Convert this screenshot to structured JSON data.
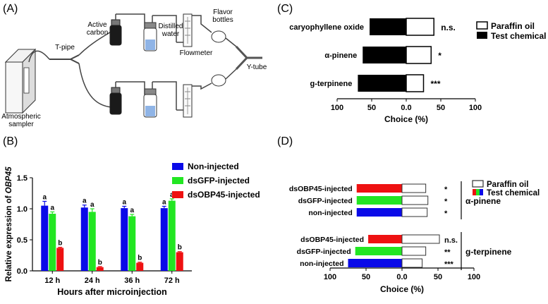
{
  "panels": {
    "a": {
      "label": "(A)",
      "labels": {
        "atmospheric_sampler": "Atmospheric sampler",
        "t_pipe": "T-pipe",
        "active_carbon": "Active carbon",
        "distilled_water": "Distilled water",
        "flowmeter": "Flowmeter",
        "flavor_bottles": "Flavor bottles",
        "y_tube": "Y-tube"
      }
    },
    "b": {
      "label": "(B)"
    },
    "c": {
      "label": "(C)"
    },
    "d": {
      "label": "(D)"
    }
  },
  "chart_data": [
    {
      "id": "B",
      "type": "bar",
      "categories": [
        "12 h",
        "24 h",
        "36 h",
        "72 h"
      ],
      "series": [
        {
          "name": "Non-injected",
          "color": "#0a0ae8",
          "values": [
            1.05,
            1.02,
            1.01,
            1.01
          ],
          "error": [
            0.07,
            0.04,
            0.03,
            0.03
          ],
          "letters": [
            "a",
            "a",
            "a",
            "a"
          ]
        },
        {
          "name": "dsGFP-injected",
          "color": "#22e622",
          "values": [
            0.92,
            0.95,
            0.88,
            1.13
          ],
          "error": [
            0.03,
            0.05,
            0.03,
            0.03
          ],
          "letters": [
            "a",
            "a",
            "a",
            "a"
          ]
        },
        {
          "name": "dsOBP45-injected",
          "color": "#ee1111",
          "values": [
            0.37,
            0.06,
            0.13,
            0.3
          ],
          "error": [
            0.01,
            0.01,
            0.01,
            0.01
          ],
          "letters": [
            "b",
            "b",
            "b",
            "b"
          ]
        }
      ],
      "xlabel": "Hours after microinjection",
      "ylabel_prefix": "Relative expression of ",
      "ylabel_gene": "OBP45",
      "ylim": [
        0,
        1.5
      ],
      "yticks": [
        "0.0",
        "0.5",
        "1.0",
        "1.5"
      ],
      "legend_position": "top-right"
    },
    {
      "id": "C",
      "type": "bar",
      "orientation": "horizontal",
      "categories": [
        "caryophyllene oxide",
        "α-pinene",
        "g-terpinene"
      ],
      "test_chemical": [
        53,
        63,
        70
      ],
      "paraffin_oil": [
        40,
        36,
        25
      ],
      "significance": [
        "n.s.",
        "*",
        "***"
      ],
      "legend": [
        "Paraffin oil",
        "Test chemical"
      ],
      "xlabel": "Choice (%)",
      "xticks": [
        "100",
        "50",
        "0.0",
        "50",
        "100"
      ],
      "xlim": [
        -100,
        100
      ]
    },
    {
      "id": "D",
      "type": "bar",
      "orientation": "horizontal",
      "groups": [
        {
          "name": "α-pinene",
          "rows": [
            {
              "label": "dsOBP45-injected",
              "color": "#ee1111",
              "test_chemical": 63,
              "paraffin_oil": 33,
              "significance": "*"
            },
            {
              "label": "dsGFP-injected",
              "color": "#22e622",
              "test_chemical": 63,
              "paraffin_oil": 36,
              "significance": "*"
            },
            {
              "label": "non-injected",
              "color": "#0a0ae8",
              "test_chemical": 63,
              "paraffin_oil": 35,
              "significance": "*"
            }
          ]
        },
        {
          "name": "g-terpinene",
          "rows": [
            {
              "label": "dsOBP45-injected",
              "color": "#ee1111",
              "test_chemical": 47,
              "paraffin_oil": 52,
              "significance": "n.s."
            },
            {
              "label": "dsGFP-injected",
              "color": "#22e622",
              "test_chemical": 65,
              "paraffin_oil": 33,
              "significance": "**"
            },
            {
              "label": "non-injected",
              "color": "#0a0ae8",
              "test_chemical": 75,
              "paraffin_oil": 28,
              "significance": "***"
            }
          ]
        }
      ],
      "legend": [
        "Paraffin oil",
        "Test chemical"
      ],
      "xlabel": "Choice (%)",
      "xticks": [
        "100",
        "50",
        "0.0",
        "50",
        "100"
      ],
      "xlim": [
        -100,
        100
      ]
    }
  ]
}
